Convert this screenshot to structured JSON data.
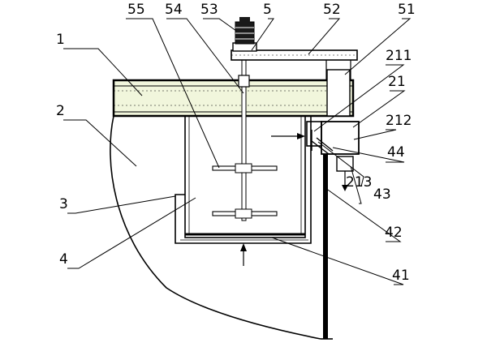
{
  "labels": {
    "n1": "1",
    "n2": "2",
    "n3": "3",
    "n4": "4",
    "n5": "5",
    "n21": "21",
    "n41": "41",
    "n42": "42",
    "n43": "43",
    "n44": "44",
    "n51": "51",
    "n52": "52",
    "n53": "53",
    "n54": "54",
    "n55": "55",
    "n211": "211",
    "n212": "212",
    "n213": "213"
  },
  "colors": {
    "line": "#000000",
    "fill_band": "#f1f6dc",
    "background": "#ffffff"
  }
}
